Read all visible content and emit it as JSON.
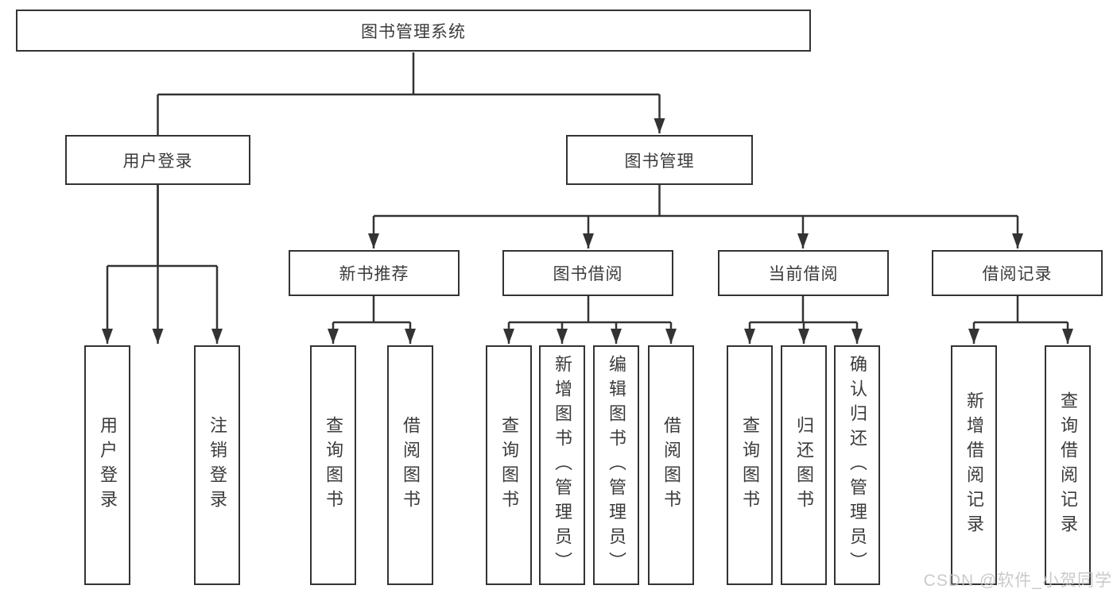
{
  "diagram": {
    "root": {
      "label": "图书管理系统"
    },
    "user_login": {
      "label": "用户登录",
      "children": [
        {
          "label": "用户登录"
        },
        {
          "label": "注销登录"
        }
      ]
    },
    "book_management": {
      "label": "图书管理",
      "sections": [
        {
          "label": "新书推荐",
          "children": [
            {
              "label": "查询图书"
            },
            {
              "label": "借阅图书"
            }
          ]
        },
        {
          "label": "图书借阅",
          "children": [
            {
              "label": "查询图书"
            },
            {
              "label": "新增图书（管理员）"
            },
            {
              "label": "编辑图书（管理员）"
            },
            {
              "label": "借阅图书"
            }
          ]
        },
        {
          "label": "当前借阅",
          "children": [
            {
              "label": "查询图书"
            },
            {
              "label": "归还图书"
            },
            {
              "label": "确认归还（管理员）"
            }
          ]
        },
        {
          "label": "借阅记录",
          "children": [
            {
              "label": "新增借阅记录"
            },
            {
              "label": "查询借阅记录"
            }
          ]
        }
      ]
    },
    "watermark": "CSDN @软件_小贺同学",
    "colors": {
      "line": "#333333",
      "border": "#333333",
      "text": "#3b3b3b",
      "background": "#ffffff",
      "watermark": "#c5c5c5"
    }
  }
}
